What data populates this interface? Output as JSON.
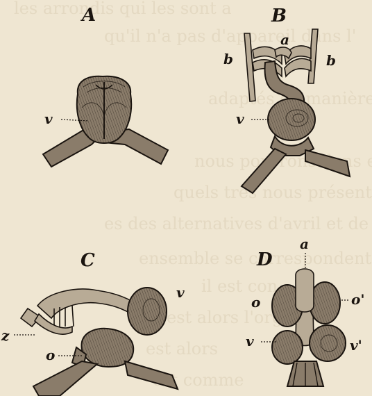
{
  "background_text": [
    "les arrondis qui les sont a",
    "qu'il n'a pas d'appareil dans l'",
    "adaptés de manière d'",
    "nous pourrons dans en effe",
    "quels très nous présentent d",
    "es des alternatives d'avril et de",
    "ensemble se correspondent. Un",
    "il est con",
    "est alors l'organ",
    "est alors",
    "est comme"
  ],
  "figures": {
    "A": {
      "title": "A",
      "labels": {
        "v": "v"
      }
    },
    "B": {
      "title": "B",
      "labels": {
        "a": "a",
        "b_left": "b",
        "b_right": "b",
        "v": "v"
      }
    },
    "C": {
      "title": "C",
      "labels": {
        "v": "v",
        "z": "z",
        "o": "o"
      }
    },
    "D": {
      "title": "D",
      "labels": {
        "a": "a",
        "o_left": "o",
        "o_right": "o'",
        "v_left": "v",
        "v_right": "v'"
      }
    }
  },
  "colors": {
    "paper": "#efe6d2",
    "ink": "#1a140f"
  }
}
